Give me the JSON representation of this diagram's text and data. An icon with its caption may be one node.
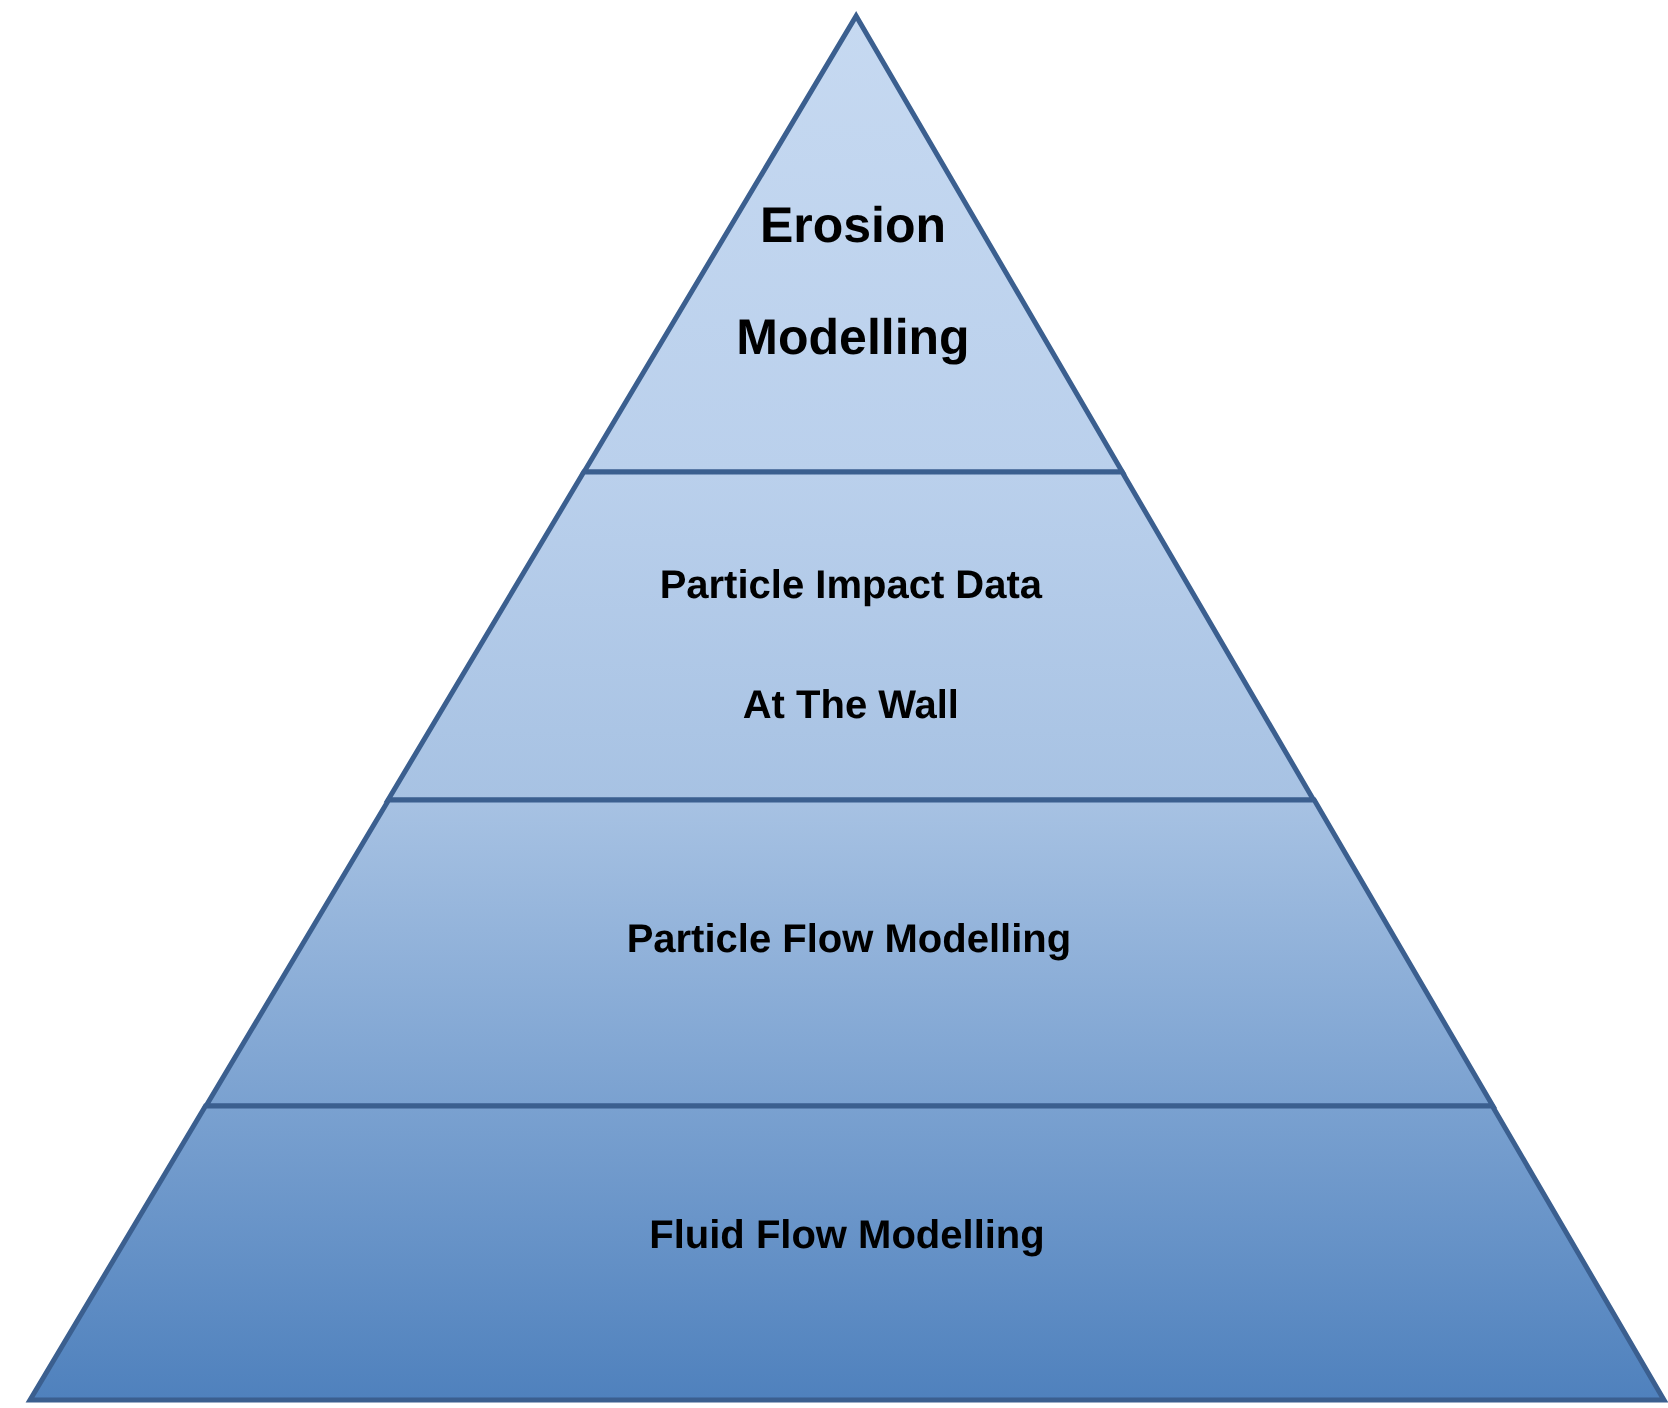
{
  "diagram": {
    "nodes": [
      {
        "text": [
          "Erosion Modelling"
        ]
      },
      {
        "text": [
          "Particle Impact Data At The Wall"
        ]
      },
      {
        "text": [
          "Particle Flow Modelling"
        ]
      },
      {
        "text": [
          "Fluid Flow Modelling"
        ]
      }
    ]
  }
}
